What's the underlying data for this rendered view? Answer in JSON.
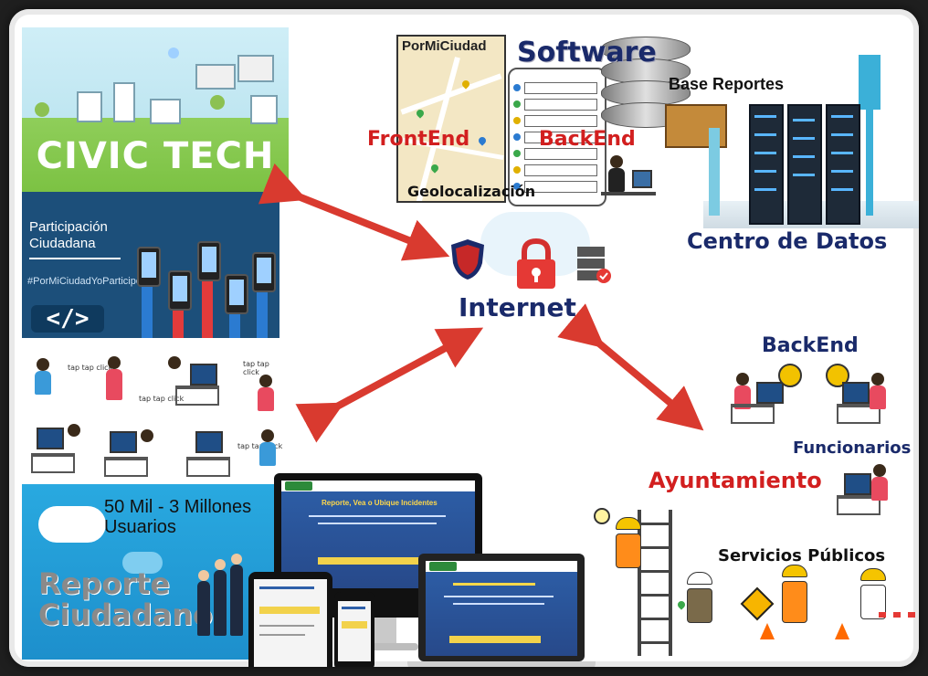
{
  "panels": {
    "civic_tech": "CIVIC TECH",
    "participacion_line1": "Participación",
    "participacion_line2": "Ciudadana",
    "hashtag": "#PorMiCiudadYoParticipo",
    "code_symbol": "</>",
    "users_line1": "50 Mil - 3 Millones",
    "users_line2": "Usuarios",
    "reporte_line1": "Reporte",
    "reporte_line2": "Ciudadano",
    "tap_text": "tap tap click"
  },
  "top": {
    "map_title": "PorMiCiudad",
    "software": "Software",
    "base_reportes": "Base Reportes",
    "frontend": "FrontEnd",
    "backend": "BackEnd",
    "geolocalizacion": "Geolocalización",
    "centro_datos": "Centro de Datos"
  },
  "center": {
    "internet": "Internet"
  },
  "right": {
    "backend": "BackEnd",
    "funcionarios": "Funcionarios",
    "ayuntamiento": "Ayuntamiento",
    "servicios": "Servicios Públicos"
  },
  "devices": {
    "site_heading": "Reporte, Vea o Ubique Incidentes"
  },
  "colors": {
    "accent_red": "#d21f1f",
    "navy": "#1a2a6a",
    "arrow": "#d93a2f"
  }
}
